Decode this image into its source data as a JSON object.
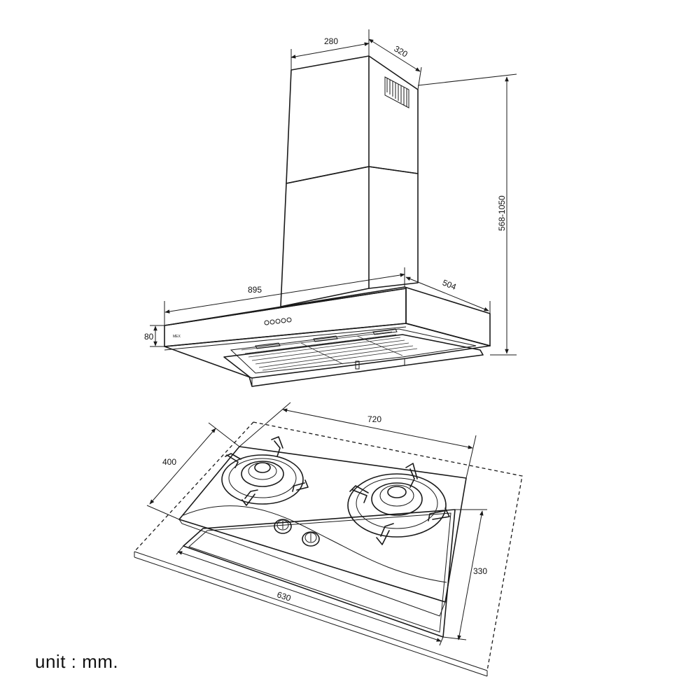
{
  "hood": {
    "brand": "MEX",
    "dimensions": {
      "chimney_width": "280",
      "chimney_depth": "320",
      "height_range": "568-1050",
      "hood_width": "895",
      "hood_depth": "504",
      "hood_thickness": "80"
    }
  },
  "hob": {
    "dimensions": {
      "width": "720",
      "depth": "400",
      "cutout_width": "630",
      "cutout_depth": "330"
    }
  },
  "unit_label": "unit : mm."
}
